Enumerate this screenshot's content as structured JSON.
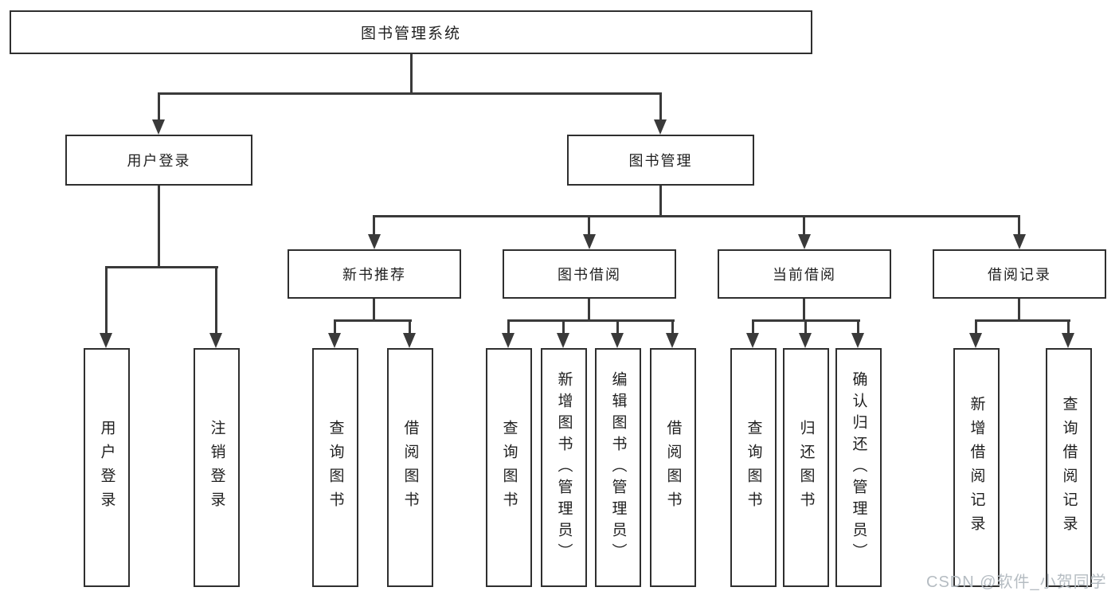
{
  "tree": {
    "root": {
      "label": "图书管理系统",
      "children": [
        {
          "label": "用户登录",
          "children": [
            {
              "label": "用户登录"
            },
            {
              "label": "注销登录"
            }
          ]
        },
        {
          "label": "图书管理",
          "children": [
            {
              "label": "新书推荐",
              "children": [
                {
                  "label": "查询图书"
                },
                {
                  "label": "借阅图书"
                }
              ]
            },
            {
              "label": "图书借阅",
              "children": [
                {
                  "label": "查询图书"
                },
                {
                  "label": "新增图书（管理员）"
                },
                {
                  "label": "编辑图书（管理员）"
                },
                {
                  "label": "借阅图书"
                }
              ]
            },
            {
              "label": "当前借阅",
              "children": [
                {
                  "label": "查询图书"
                },
                {
                  "label": "归还图书"
                },
                {
                  "label": "确认归还（管理员）"
                }
              ]
            },
            {
              "label": "借阅记录",
              "children": [
                {
                  "label": "新增借阅记录"
                },
                {
                  "label": "查询借阅记录"
                }
              ]
            }
          ]
        }
      ]
    }
  },
  "watermark": {
    "text": "CSDN @软件_小贺同学"
  },
  "colors": {
    "line": "#3a3a3a",
    "box_border": "#2f2f2f",
    "text": "#1f1f1f",
    "background": "#ffffff",
    "watermark": "#b5bcc2"
  }
}
